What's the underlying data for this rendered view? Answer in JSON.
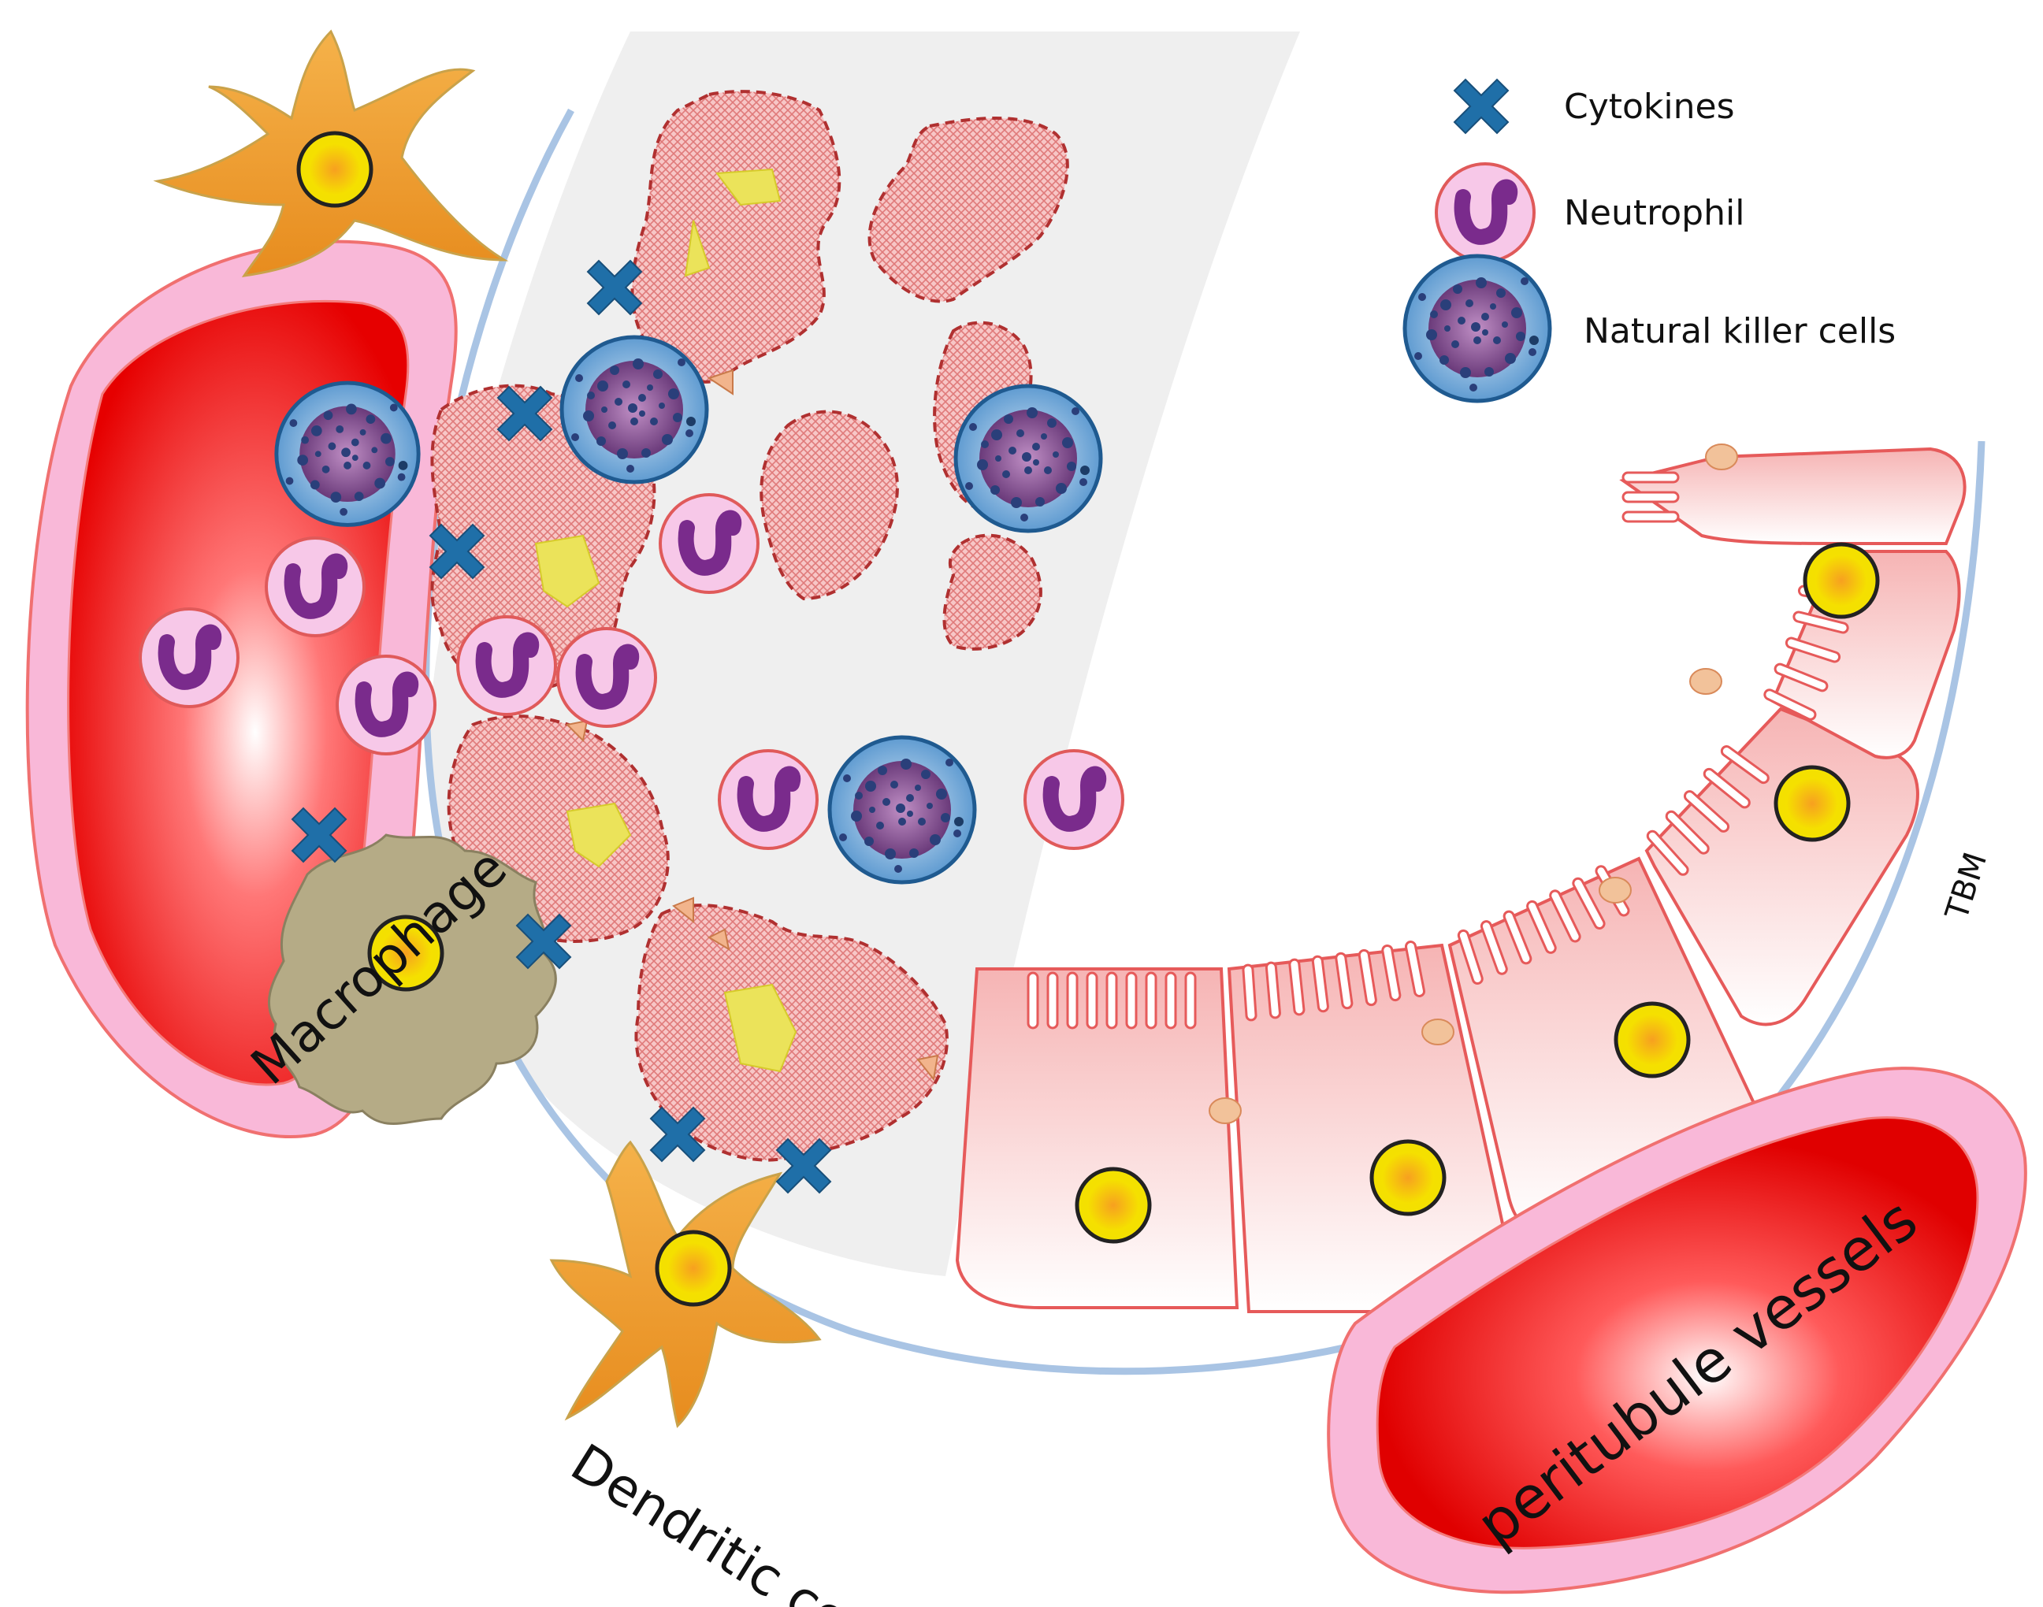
{
  "legend": {
    "items": [
      {
        "key": "cytokines",
        "label": "Cytokines",
        "icon": "cytokine-x-icon"
      },
      {
        "key": "neutrophil",
        "label": "Neutrophil",
        "icon": "neutrophil-icon"
      },
      {
        "key": "nk",
        "label": "Natural killer cells",
        "icon": "nk-cell-icon"
      }
    ]
  },
  "labels": {
    "macrophage": "Macrophage",
    "dendritic": "Dendritic cell",
    "tbm": "TBM",
    "peritubule": "peritubule vessels"
  },
  "colors": {
    "vessel_red": "#ee1111",
    "vessel_pink": "#f9b8d8",
    "debris": "#f2b3b3",
    "debris_outline": "#b03030",
    "nucleus_yellow": "#f5e000",
    "cytokine_blue": "#1f6fa8",
    "neutrophil_fill": "#f7c8e8",
    "neutrophil_nucleus": "#7a2b8c",
    "nk_blue": "#2c78b8",
    "tbm_line": "#a9c4e4",
    "macrophage": "#b5ab86",
    "dendritic": "#f0a32a",
    "lumen_gray": "#efefef"
  }
}
